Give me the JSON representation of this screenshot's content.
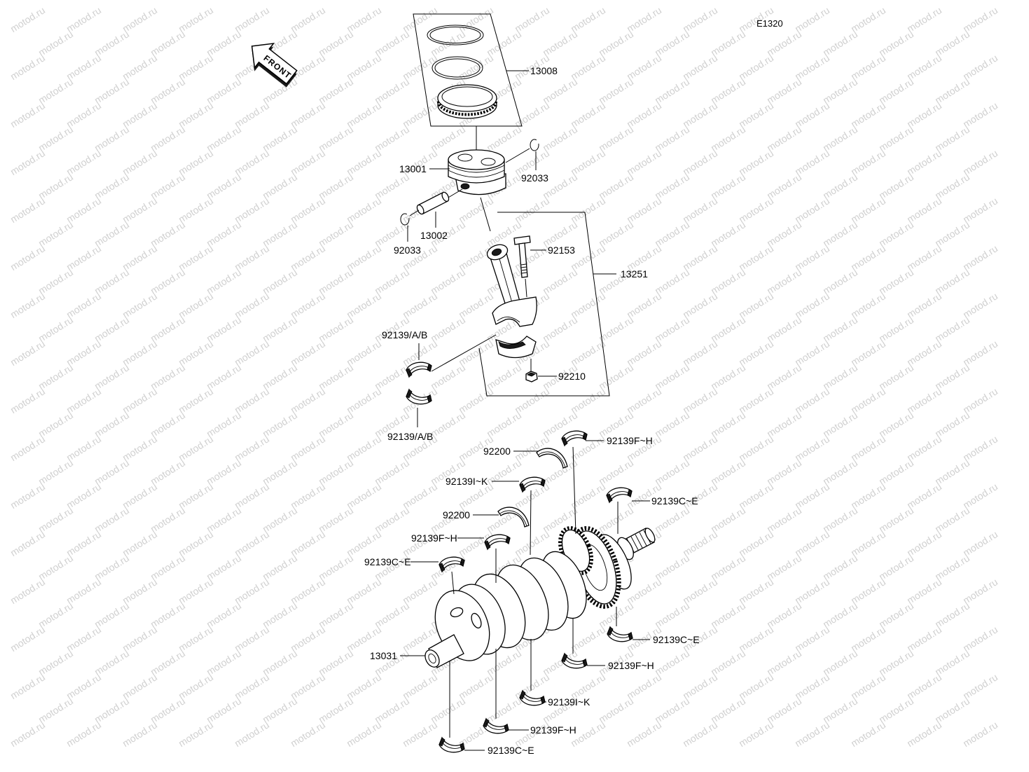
{
  "diagram_code": "E1320",
  "front_label": "FRONT",
  "watermark": "motod.ru",
  "colors": {
    "line": "#000000",
    "watermark": "#d0d0d0",
    "background": "#ffffff"
  },
  "callouts": [
    "13008",
    "13001",
    "92033",
    "13002",
    "92033",
    "92153",
    "13251",
    "92139/A/B",
    "92210",
    "92139/A/B",
    "92139F~H",
    "92200",
    "92139I~K",
    "92139C~E",
    "92200",
    "92139F~H",
    "92139C~E",
    "13031",
    "92139C~E",
    "92139F~H",
    "92139I~K",
    "92139F~H",
    "92139C~E"
  ]
}
